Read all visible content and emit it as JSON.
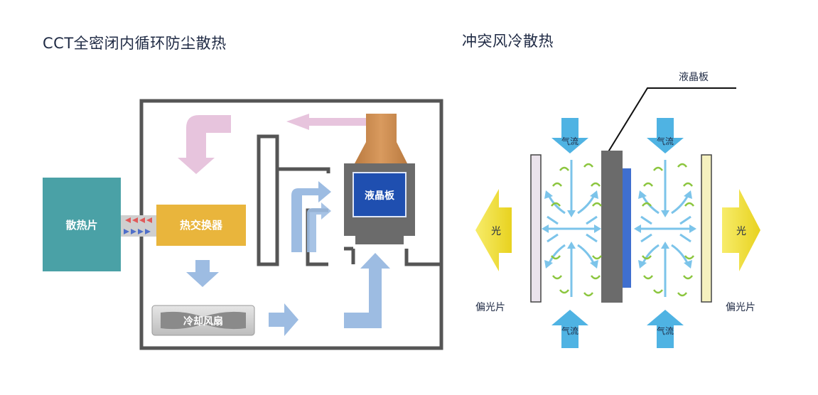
{
  "left_panel": {
    "title": "CCT全密闭内循环防尘散热",
    "heatsink_label": "散热片",
    "heat_exchanger_label": "热交换器",
    "lcd_label": "液晶板",
    "fan_label": "冷却风扇"
  },
  "right_panel": {
    "title": "冲突风冷散热",
    "lcd_label": "液晶板",
    "airflow_label": "气流",
    "light_label": "光",
    "polarizer_label": "偏光片"
  },
  "colors": {
    "heatsink": "#4aa1a6",
    "heat_exchanger": "#e9b53c",
    "pink_arrow": "#e7c4dd",
    "blue_arrow": "#9dbce2",
    "bronze": "#c98a52",
    "lcd_screen": "#1f4fb0",
    "airflow_arrow": "#4fb3e3",
    "light_arrow": "#f4e33f"
  },
  "icons": [
    "pink-airflow-arrow",
    "blue-airflow-arrow",
    "swirl-arrow",
    "light-arrow"
  ]
}
